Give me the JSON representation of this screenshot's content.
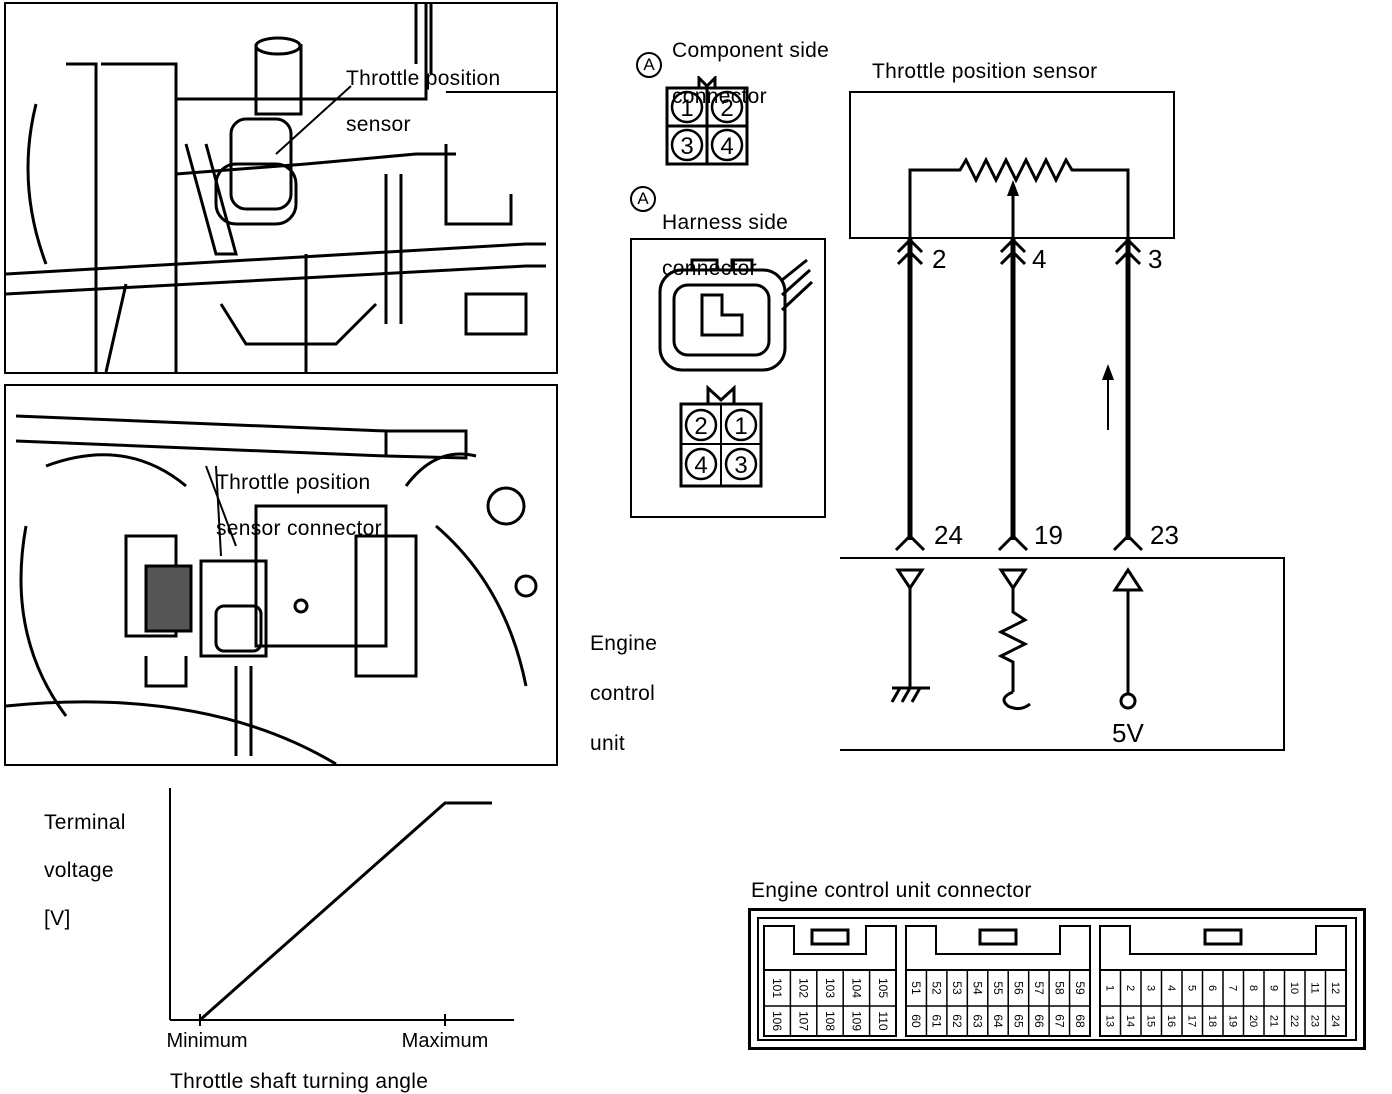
{
  "photo_top": {
    "label_line1": "Throttle position",
    "label_line2": "sensor"
  },
  "photo_mid": {
    "label_line1": "Throttle position",
    "label_line2": "sensor connector"
  },
  "connector": {
    "circle_symbol": "A",
    "component_side_line1": "Component side",
    "component_side_line2": "connector",
    "component_pins": [
      "1",
      "2",
      "3",
      "4"
    ],
    "harness_side_line1": "Harness side",
    "harness_side_line2": "connector",
    "harness_pins": [
      "2",
      "1",
      "4",
      "3"
    ]
  },
  "schematic": {
    "sensor_title": "Throttle position sensor",
    "sensor_terminals": [
      "2",
      "4",
      "3"
    ],
    "ecu_terminals": [
      "24",
      "19",
      "23"
    ],
    "ecu_label_line1": "Engine",
    "ecu_label_line2": "control",
    "ecu_label_line3": "unit",
    "supply_label": "5V"
  },
  "graph": {
    "ylabel_line1": "Terminal",
    "ylabel_line2": "voltage",
    "ylabel_line3": "[V]",
    "xtick_min": "Minimum",
    "xtick_max": "Maximum",
    "xlabel": "Throttle shaft turning angle"
  },
  "ecu_connector": {
    "title": "Engine control unit connector",
    "group1_top": [
      "101",
      "102",
      "103",
      "104",
      "105"
    ],
    "group1_bottom": [
      "106",
      "107",
      "108",
      "109",
      "110"
    ],
    "group2_top": [
      "51",
      "52",
      "53",
      "54",
      "55",
      "56",
      "57",
      "58",
      "59"
    ],
    "group2_bottom": [
      "60",
      "61",
      "62",
      "63",
      "64",
      "65",
      "66",
      "67",
      "68"
    ],
    "group3_top": [
      "1",
      "2",
      "3",
      "4",
      "5",
      "6",
      "7",
      "8",
      "9",
      "10",
      "11",
      "12"
    ],
    "group3_bottom": [
      "13",
      "14",
      "15",
      "16",
      "17",
      "18",
      "19",
      "20",
      "21",
      "22",
      "23",
      "24"
    ]
  }
}
